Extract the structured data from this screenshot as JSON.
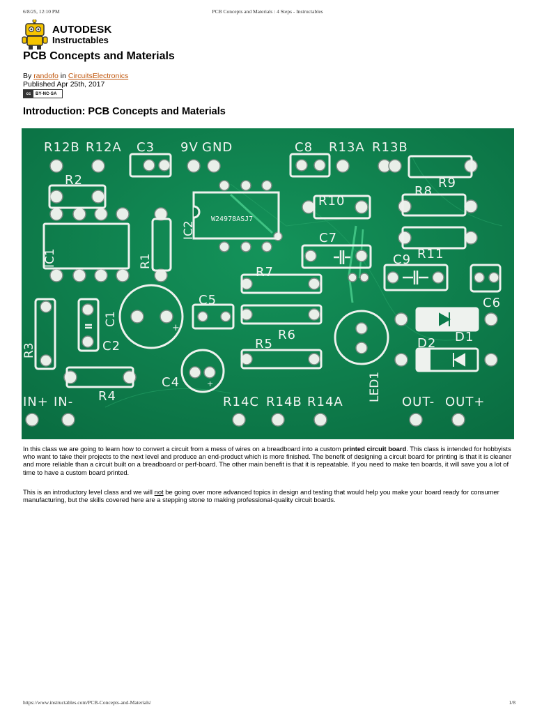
{
  "print_header": {
    "datetime": "6/8/25, 12:10 PM",
    "page_title": "PCB Concepts and Materials : 4 Steps - Instructables"
  },
  "print_footer": {
    "url": "https://www.instructables.com/PCB-Concepts-and-Materials/",
    "page": "1/8"
  },
  "logo": {
    "line1": "AUTODESK",
    "line2": "Instructables"
  },
  "article": {
    "title": "PCB Concepts and Materials",
    "by_label": "By",
    "author": "randofo",
    "in_label": "in",
    "category": "CircuitsElectronics",
    "published": "Published Apr 25th, 2017",
    "license_badge": "BY-NC-SA",
    "intro_heading": "Introduction: PCB Concepts and Materials"
  },
  "pcb_labels": {
    "R12B": "R12B",
    "R12A": "R12A",
    "C3": "C3",
    "V9": "9V",
    "GND": "GND",
    "C8": "C8",
    "R13A": "R13A",
    "R13B": "R13B",
    "R2": "R2",
    "R9": "R9",
    "R8": "R8",
    "R10": "R10",
    "IC2": "IC2",
    "chip": "W24978ASJ7",
    "IC1": "IC1",
    "R1": "R1",
    "C7": "C7",
    "C9": "C9",
    "R11": "R11",
    "R7": "R7",
    "C6": "C6",
    "C5": "C5",
    "C1": "C1",
    "R3": "R3",
    "C2": "C2",
    "R6": "R6",
    "R5": "R5",
    "D2": "D2",
    "D1": "D1",
    "C4": "C4",
    "LED1": "LED1",
    "R4": "R4",
    "IN_PLUS": "IN+",
    "IN_MINUS": "IN-",
    "R14C": "R14C",
    "R14B": "R14B",
    "R14A": "R14A",
    "OUT_MINUS": "OUT-",
    "OUT_PLUS": "OUT+",
    "plus": "+"
  },
  "body": {
    "p1_a": "In this class we are going to learn how to convert a circuit from a mess of wires on a breadboard into a custom ",
    "p1_bold": "printed circuit board",
    "p1_b": ". This class is intended for hobbyists who want to take their projects to the next level and produce an end-product which is more finished. The benefit of designing a circuit board for printing is that it is cleaner and more reliable than a circuit built on a breadboard or perf-board. The other main benefit is that it is repeatable. If you need to make ten boards, it will save you a lot of time to have a custom board printed.",
    "p2_a": "This is an introductory level class and we will ",
    "p2_u": "not",
    "p2_b": " be going over more advanced topics in design and testing that would help you make your board ready for consumer manufacturing, but the skills covered here are a stepping stone to making professional-quality circuit boards."
  }
}
